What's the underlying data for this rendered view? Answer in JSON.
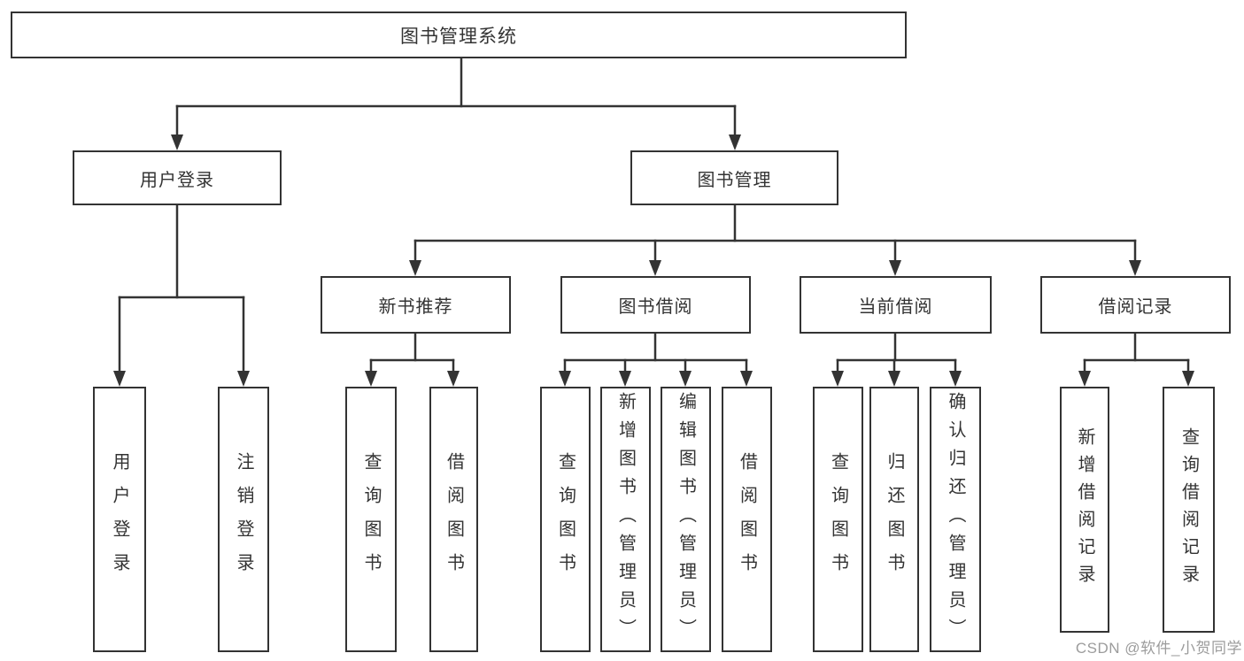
{
  "diagram": {
    "root": {
      "label": "图书管理系统"
    },
    "branches": [
      {
        "label": "用户登录",
        "children": [
          {
            "label": "用户登录"
          },
          {
            "label": "注销登录"
          }
        ]
      },
      {
        "label": "图书管理",
        "children": [
          {
            "label": "新书推荐",
            "children": [
              {
                "label": "查询图书"
              },
              {
                "label": "借阅图书"
              }
            ]
          },
          {
            "label": "图书借阅",
            "children": [
              {
                "label": "查询图书"
              },
              {
                "label": "新增图书（管理员）"
              },
              {
                "label": "编辑图书（管理员）"
              },
              {
                "label": "借阅图书"
              }
            ]
          },
          {
            "label": "当前借阅",
            "children": [
              {
                "label": "查询图书"
              },
              {
                "label": "归还图书"
              },
              {
                "label": "确认归还（管理员）"
              }
            ]
          },
          {
            "label": "借阅记录",
            "children": [
              {
                "label": "新增借阅记录"
              },
              {
                "label": "查询借阅记录"
              }
            ]
          }
        ]
      }
    ]
  },
  "watermark": {
    "text": "CSDN @软件_小贺同学"
  },
  "colors": {
    "line": "#333333",
    "text": "#333333",
    "background": "#ffffff",
    "watermark": "#9c9c9c"
  }
}
